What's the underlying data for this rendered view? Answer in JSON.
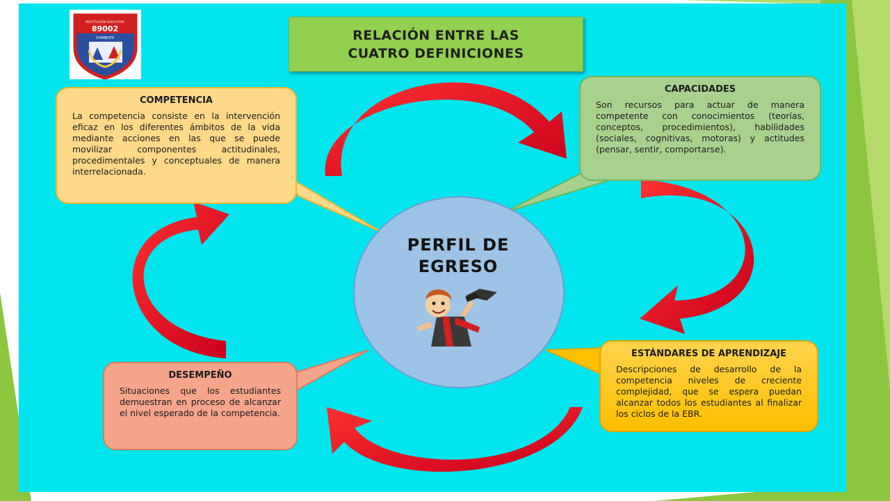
{
  "title": "RELACIÓN ENTRE LAS\nCUATRO DEFINICIONES",
  "logo": {
    "text": "89002",
    "banner": "INSTITUCIÓN EDUCATIVA",
    "city": "CHIMBOTE"
  },
  "center": {
    "title": "PERFIL DE\nEGRESO",
    "icon": "graduate-icon"
  },
  "competencia": {
    "heading": "COMPETENCIA",
    "body": "La competencia consiste en la intervención eficaz en los diferentes ámbitos de la vida mediante acciones en las que se puede movilizar componentes actitudinales, procedimentales y conceptuales de manera interrelacionada."
  },
  "capacidades": {
    "heading": "CAPACIDADES",
    "body": "Son recursos para actuar de manera competente con conocimientos (teorías, conceptos, procedimientos), habilidades (sociales, cognitivas, motoras) y actitudes (pensar, sentir, comportarse)."
  },
  "estandares": {
    "heading": "ESTÁNDARES DE APRENDIZAJE",
    "body": "Descripciones de desarrollo de la competencia niveles de creciente complejidad, que se espera puedan alcanzar todos los estudiantes al finalizar los ciclos de la EBR."
  },
  "desempeno": {
    "heading": "DESEMPEÑO",
    "body": "Situaciones que los estudiantes demuestran en proceso de alcanzar el nivel esperado de la competencia."
  },
  "colors": {
    "panel": "#00e5ee",
    "title_bg": "#92d050",
    "arrow": "#e8001c",
    "competencia": "#ffd88a",
    "capacidades": "#a9d18e",
    "estandares": "#ffc000",
    "desempeno": "#f4a58a",
    "center": "#9dc3e6"
  }
}
